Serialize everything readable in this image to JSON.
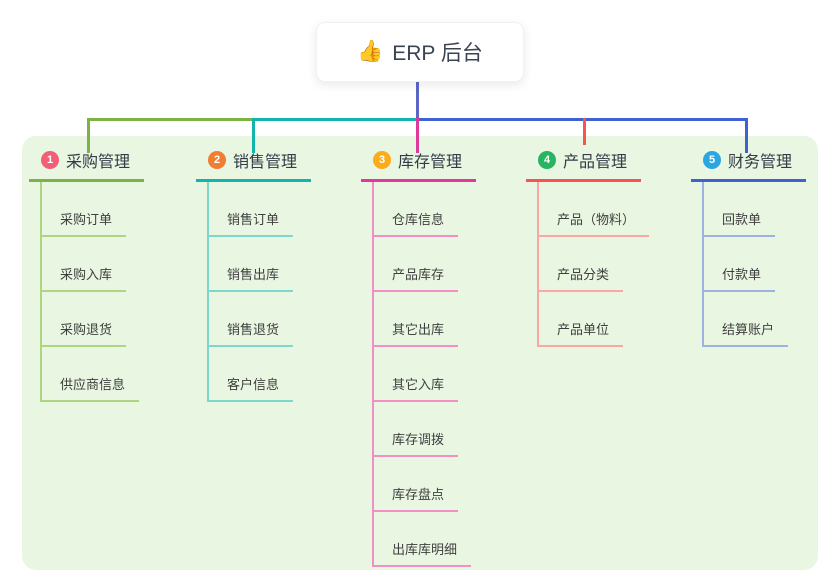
{
  "root": {
    "emoji": "👍",
    "title": "ERP 后台"
  },
  "colors": {
    "stem": "#5c66c6",
    "panel_bg": "#e9f6e2",
    "card_bg": "#ffffff",
    "root_text": "#3b4453",
    "branch_text": "#333b46",
    "child_text": "#3f3f3f"
  },
  "branches": [
    {
      "num": "1",
      "label": "采购管理",
      "badge_color": "#f25e77",
      "line_color": "#7cb342",
      "light_color": "#aed581",
      "children": [
        "采购订单",
        "采购入库",
        "采购退货",
        "供应商信息"
      ]
    },
    {
      "num": "2",
      "label": "销售管理",
      "badge_color": "#ef7e32",
      "line_color": "#14b3ad",
      "light_color": "#7fd6cf",
      "children": [
        "销售订单",
        "销售出库",
        "销售退货",
        "客户信息"
      ]
    },
    {
      "num": "3",
      "label": "库存管理",
      "badge_color": "#fbab1c",
      "line_color": "#dd3a9c",
      "light_color": "#f18fc6",
      "children": [
        "仓库信息",
        "产品库存",
        "其它出库",
        "其它入库",
        "库存调拨",
        "库存盘点",
        "出库库明细"
      ]
    },
    {
      "num": "4",
      "label": "产品管理",
      "badge_color": "#27b561",
      "line_color": "#fa5252",
      "light_color": "#fba8a2",
      "children": [
        "产品（物料）",
        "产品分类",
        "产品单位"
      ]
    },
    {
      "num": "5",
      "label": "财务管理",
      "badge_color": "#2aa7e0",
      "line_color": "#3f62d2",
      "light_color": "#9db1e2",
      "children": [
        "回款单",
        "付款单",
        "结算账户"
      ]
    }
  ]
}
